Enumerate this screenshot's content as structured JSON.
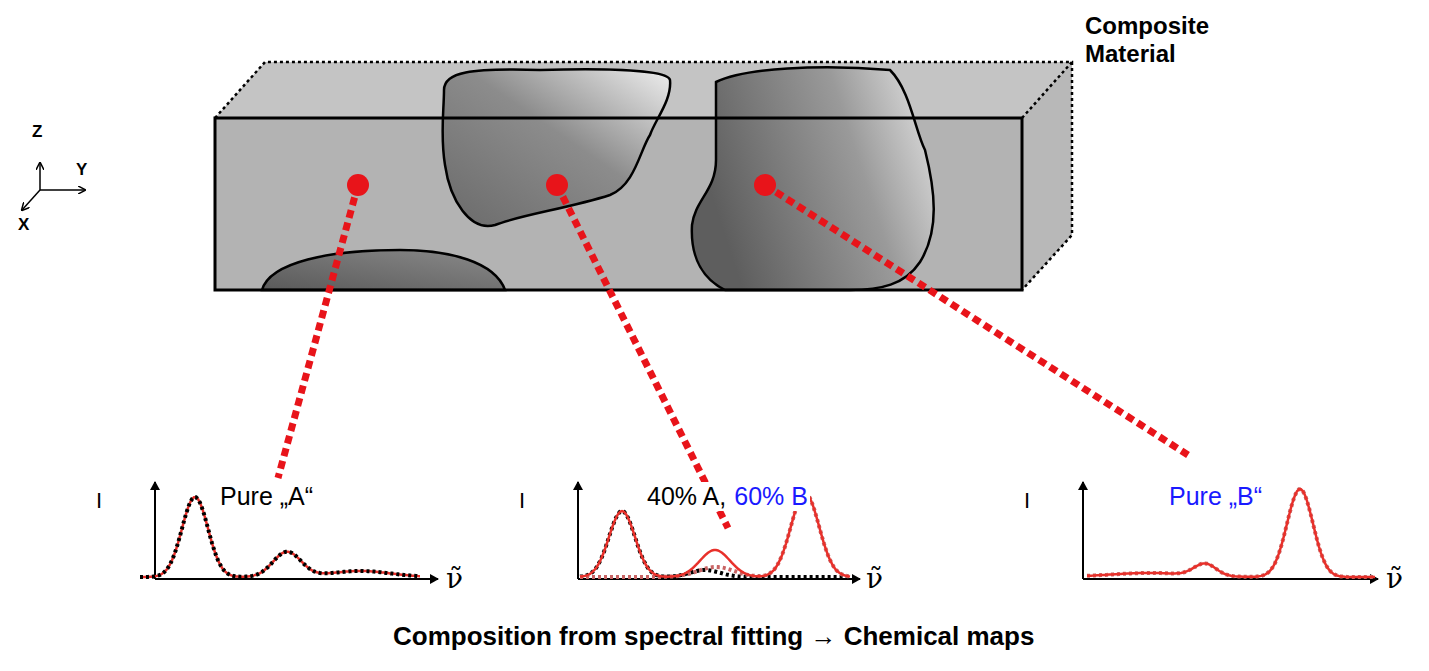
{
  "diagram": {
    "caption": "Composition from spectral fitting → Chemical maps",
    "labels": [
      "Composite Material",
      "Z",
      "Y",
      "X",
      "I",
      "Pure „A“",
      "I",
      "40% A,",
      "60% B",
      "I",
      "Pure „B“",
      "ν̃",
      "ν̃",
      "ν̃"
    ]
  }
}
